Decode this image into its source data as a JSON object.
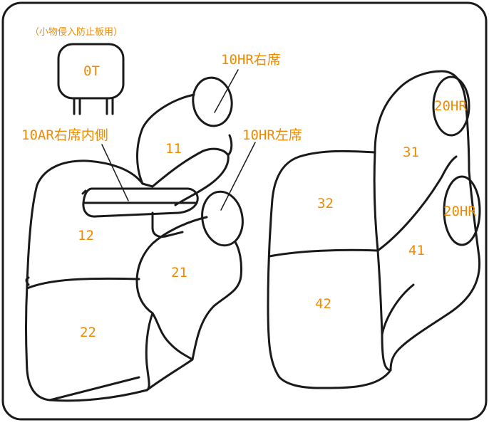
{
  "colors": {
    "outline": "#1a1a1a",
    "label": "#f08a00",
    "background": "#ffffff"
  },
  "labels": {
    "headrest_note": "（小物侵入防止板用）",
    "headrest_code": "0T",
    "p10hr_right": "10HR右席",
    "p10ar_right_inner": "10AR右席内側",
    "p10hr_left": "10HR左席",
    "p11": "11",
    "p12": "12",
    "p21": "21",
    "p22": "22",
    "p20hr_top": "20HR",
    "p20hr_bottom": "20HR",
    "p31": "31",
    "p32": "32",
    "p41": "41",
    "p42": "42"
  }
}
